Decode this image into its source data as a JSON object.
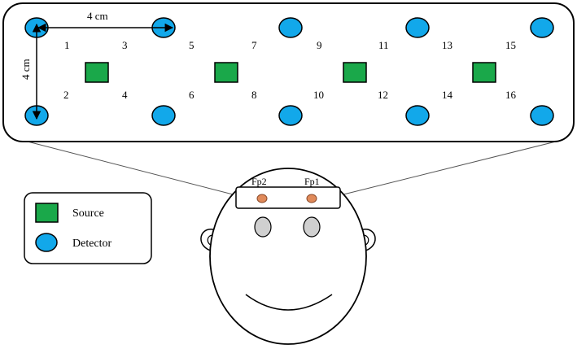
{
  "panel": {
    "dim_horizontal": "4 cm",
    "dim_vertical": "4 cm",
    "channels": [
      "1",
      "2",
      "3",
      "4",
      "5",
      "6",
      "7",
      "8",
      "9",
      "10",
      "11",
      "12",
      "13",
      "14",
      "15",
      "16"
    ],
    "colors": {
      "source": "#1aa84a",
      "detector": "#12a8ea",
      "stroke": "#000000"
    }
  },
  "legend": {
    "source_label": "Source",
    "detector_label": "Detector",
    "source_icon": "green-square",
    "detector_icon": "blue-ellipse"
  },
  "head": {
    "left_label": "Fp2",
    "right_label": "Fp1",
    "electrode_color": "#e08a5a",
    "eye_color": "#d0d0d0"
  }
}
